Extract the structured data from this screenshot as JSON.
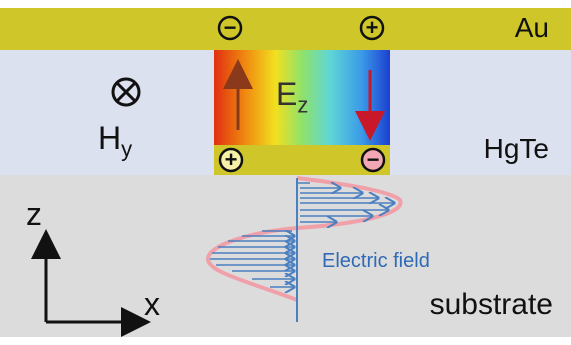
{
  "layers": {
    "top": "Au",
    "middle": "HgTe",
    "bottom": "substrate"
  },
  "labels": {
    "magnetic_field": "H",
    "magnetic_field_sub": "y",
    "electric_component": "E",
    "electric_component_sub": "z",
    "electric_field": "Electric field",
    "axis_z": "z",
    "axis_x": "x"
  },
  "charges": {
    "top_left": "−",
    "top_right": "+",
    "bottom_left": "+",
    "bottom_right": "−"
  },
  "colors": {
    "gold": "#cfc72a",
    "hgte": "#dbe1ee",
    "substrate": "#dcdcdc",
    "field_arrows": "#4a7fc0",
    "envelope": "#f0a0a8"
  }
}
